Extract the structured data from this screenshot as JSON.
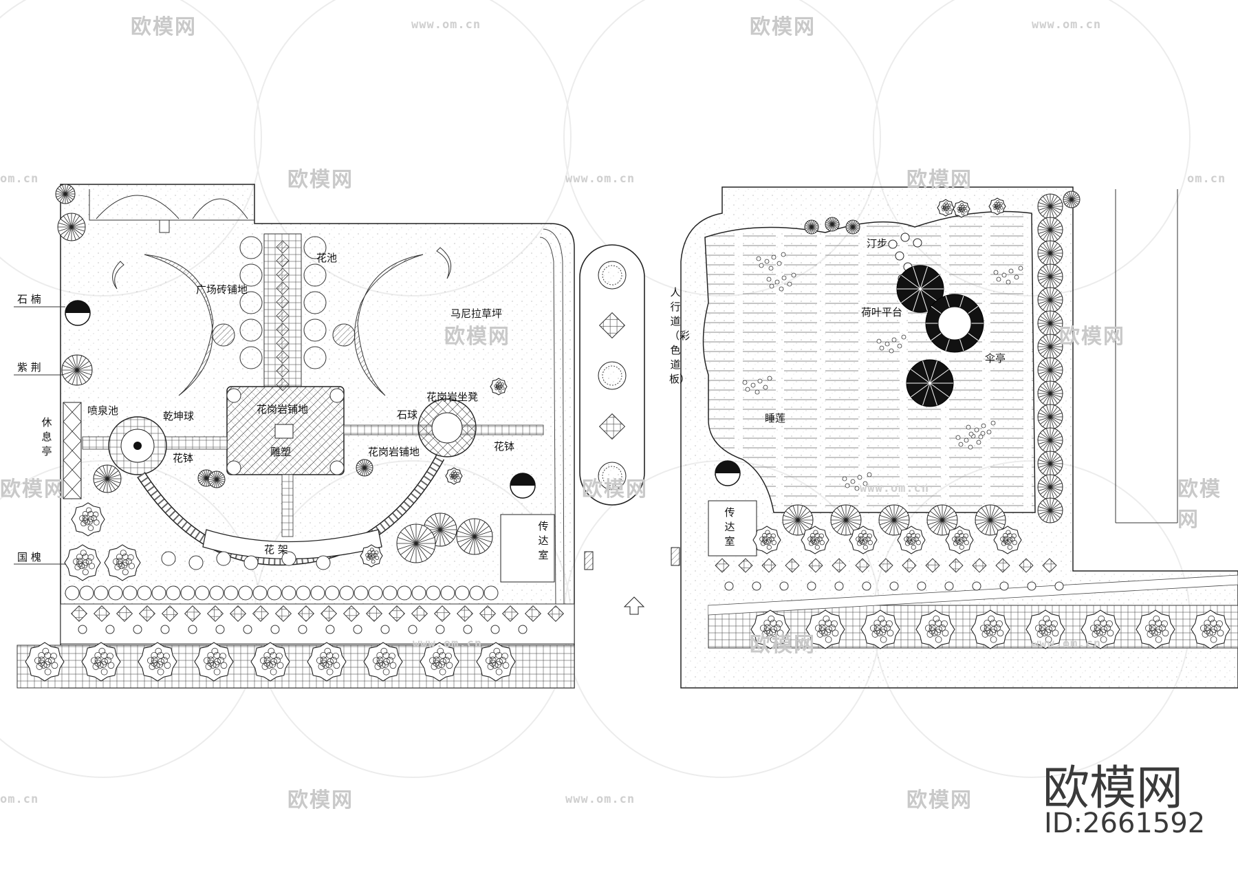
{
  "labels": {
    "shinan": "石 楠",
    "zijing": "紫 荆",
    "xiuxiting": "休息亭",
    "guohuai": "国 槐",
    "penquanchi": "喷泉池",
    "qiankunqiu": "乾坤球",
    "huabo_left": "花钵",
    "guangchang_zhuan": "广场砖铺地",
    "huachi": "花池",
    "manila_lawn": "马尼拉草坪",
    "granite_center": "花岗岩铺地",
    "sculpture": "雕塑",
    "shiqiu": "石球",
    "granite_seat": "花岗岩坐凳",
    "granite_path": "花岗岩铺地",
    "huabo_right": "花钵",
    "huajia": "花 架",
    "chuandashi_left": "传达室",
    "sidewalk": "人行道（彩色道板）",
    "tingbu": "汀步",
    "heye_pingtai": "荷叶平台",
    "sanjing": "伞亭",
    "shuilian": "睡莲",
    "chuandashi_right": "传达室"
  },
  "watermark": {
    "logo": "欧模网",
    "url": "www.om.cn",
    "url_fragment": "om.cn",
    "logo_fragment": "欧模网"
  },
  "brand": {
    "title": "欧模网",
    "id": "ID:2661592"
  }
}
